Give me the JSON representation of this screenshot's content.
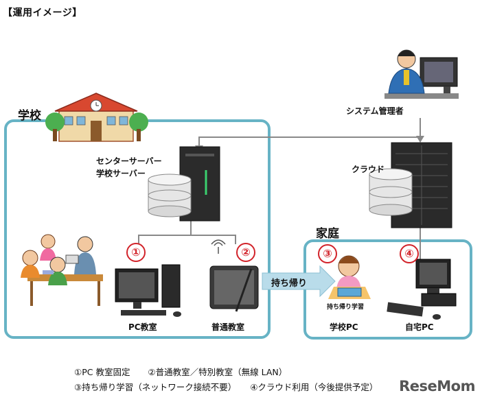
{
  "heading": "【運用イメージ】",
  "school": {
    "title": "学校",
    "server_label_1": "センターサーバー",
    "server_label_2": "学校サーバー",
    "pc_room": "PC教室",
    "classroom": "普通教室"
  },
  "admin": {
    "label": "システム管理者"
  },
  "cloud": {
    "label": "クラウド"
  },
  "home": {
    "title": "家庭",
    "school_pc": "学校PC",
    "home_pc": "自宅PC",
    "tablet_caption": "持ち帰り学習"
  },
  "arrow": {
    "label": "持ち帰り"
  },
  "markers": [
    "①",
    "②",
    "③",
    "④"
  ],
  "notes": {
    "line1_a": "①PC 教室固定",
    "line1_b": "②普通教室／特別教室（無線 LAN）",
    "line2_a": "③持ち帰り学習（ネットワーク接続不要）",
    "line2_b": "④クラウド利用（今後提供予定）"
  },
  "brand": "ReseMom",
  "colors": {
    "frame": "#67b3c5",
    "marker": "#d2232a",
    "arrow": "#b9dcea",
    "line": "#888888"
  }
}
